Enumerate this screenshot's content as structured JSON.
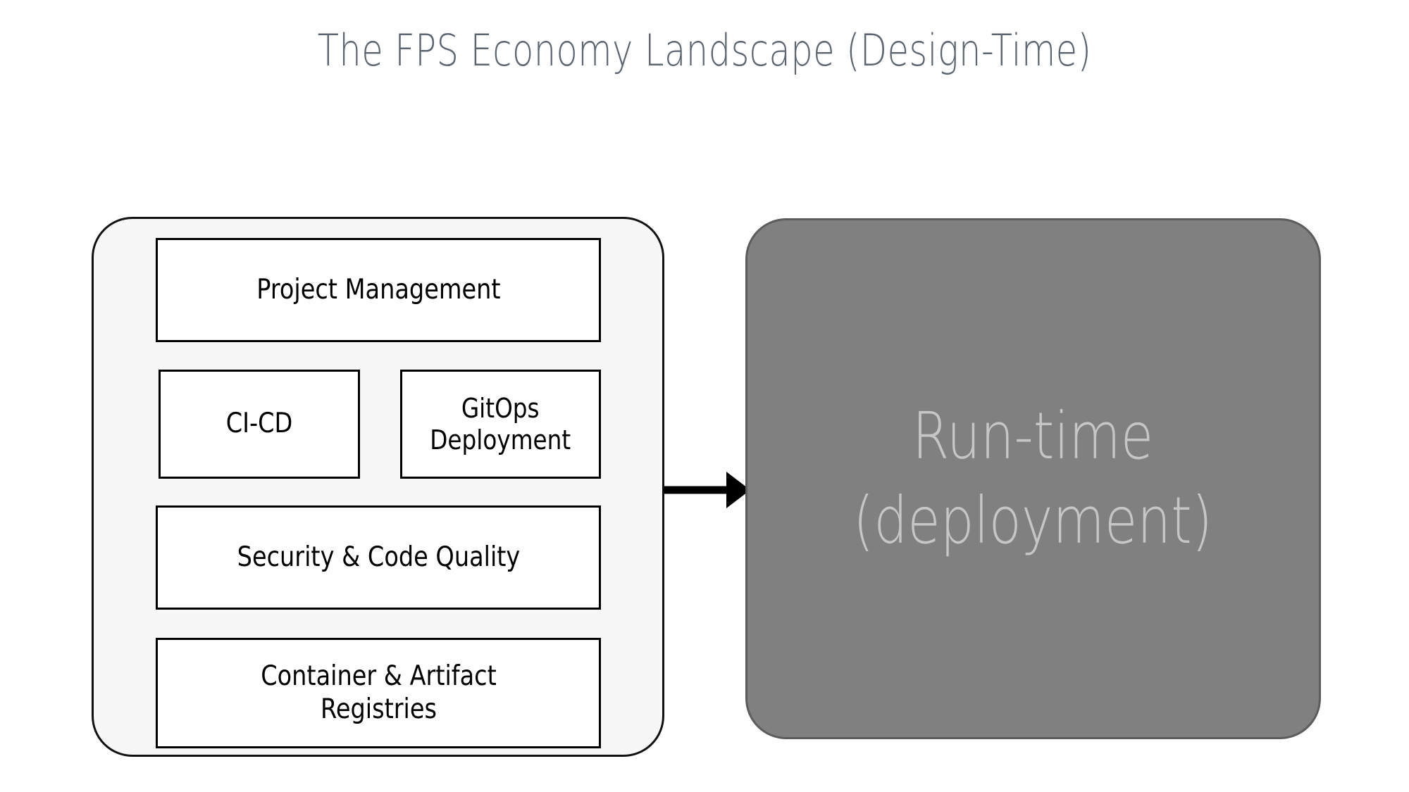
{
  "slide": {
    "title": "The FPS Economy Landscape (Design-Time)",
    "background_color": "#ffffff",
    "title_color": "#5b6672"
  },
  "design_time": {
    "container_fill": "#f7f7f7",
    "container_border": "#111111",
    "boxes": [
      {
        "id": "project-management",
        "label": "Project Management"
      },
      {
        "id": "ci-cd",
        "label": "CI-CD"
      },
      {
        "id": "gitops-deployment",
        "label": "GitOps\nDeployment"
      },
      {
        "id": "security-code-quality",
        "label": "Security & Code Quality"
      },
      {
        "id": "container-artifact-registries",
        "label": "Container & Artifact\nRegistries"
      }
    ]
  },
  "flow": {
    "arrow_icon": "arrow-right-icon",
    "arrow_color": "#000000"
  },
  "run_time": {
    "label": "Run-time\n(deployment)",
    "fill": "#808080",
    "border": "#5c5c5c",
    "text_color": "#c6c6c6"
  }
}
